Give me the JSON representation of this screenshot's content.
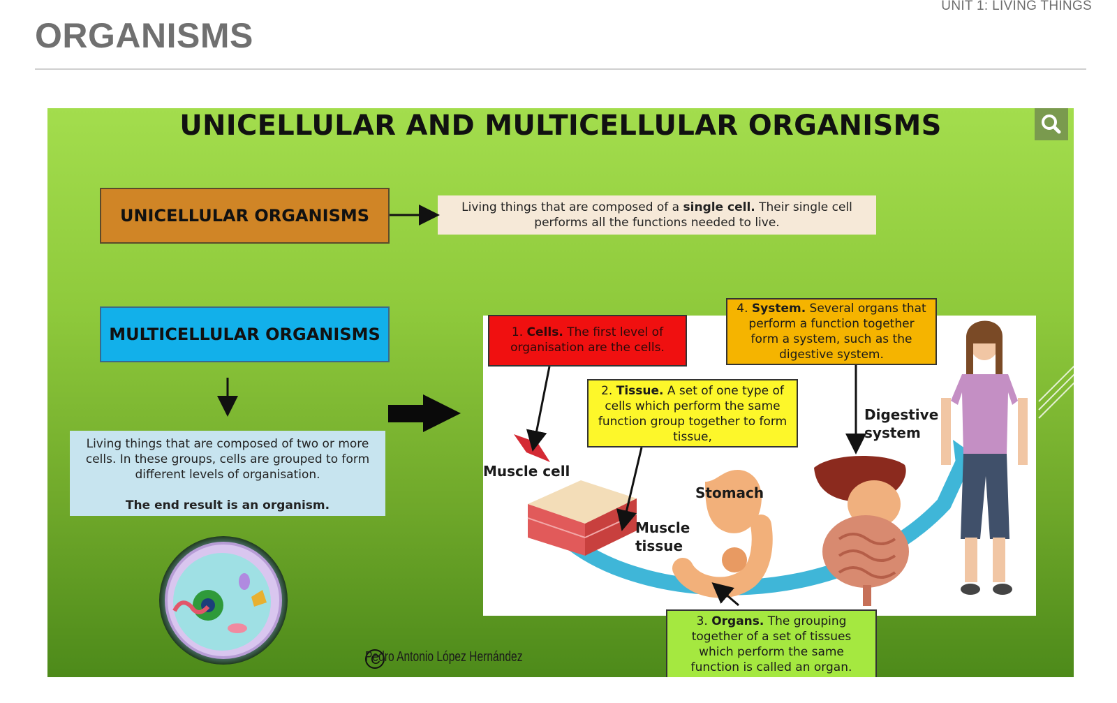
{
  "header": {
    "unit": "UNIT 1: LIVING THINGS",
    "title": "ORGANISMS"
  },
  "slide": {
    "title": "UNICELLULAR AND MULTICELLULAR ORGANISMS",
    "zoom_icon": "search-icon",
    "unicellular": {
      "label": "UNICELLULAR ORGANISMS",
      "def_pre": "Living things that are composed of a ",
      "def_bold": "single cell.",
      "def_post": " Their single cell performs all the functions needed to live."
    },
    "multicellular": {
      "label": "MULTICELLULAR ORGANISMS",
      "def": "Living things that are composed of two or more cells. In these groups, cells are grouped to form different levels of organisation.",
      "end": "The end result is an organism."
    },
    "callouts": {
      "cells": {
        "num": "1. ",
        "bold": "Cells.",
        "text": " The first level of organisation are the cells."
      },
      "tissue": {
        "num": "2. ",
        "bold": "Tissue.",
        "text": " A set of one type of cells which perform the same function group together to form tissue,"
      },
      "organs": {
        "num": "3. ",
        "bold": "Organs.",
        "text": " The grouping together of a set of tissues which perform the same function is called an organ."
      },
      "system": {
        "num": "4. ",
        "bold": "System.",
        "text": " Several organs that perform a function together form a system, such as the digestive system."
      }
    },
    "diagram_labels": {
      "muscle_cell": "Muscle cell",
      "muscle_tissue": "Muscle tissue",
      "stomach": "Stomach",
      "digestive_system": "Digestive system"
    },
    "copyright": "Pedro Antonio López Hernández",
    "colors": {
      "unicellular": "#d08526",
      "multicellular": "#12b0ea",
      "cells": "#f01010",
      "tissue": "#fdf72a",
      "organs": "#a5e840",
      "system": "#f5b400"
    }
  }
}
